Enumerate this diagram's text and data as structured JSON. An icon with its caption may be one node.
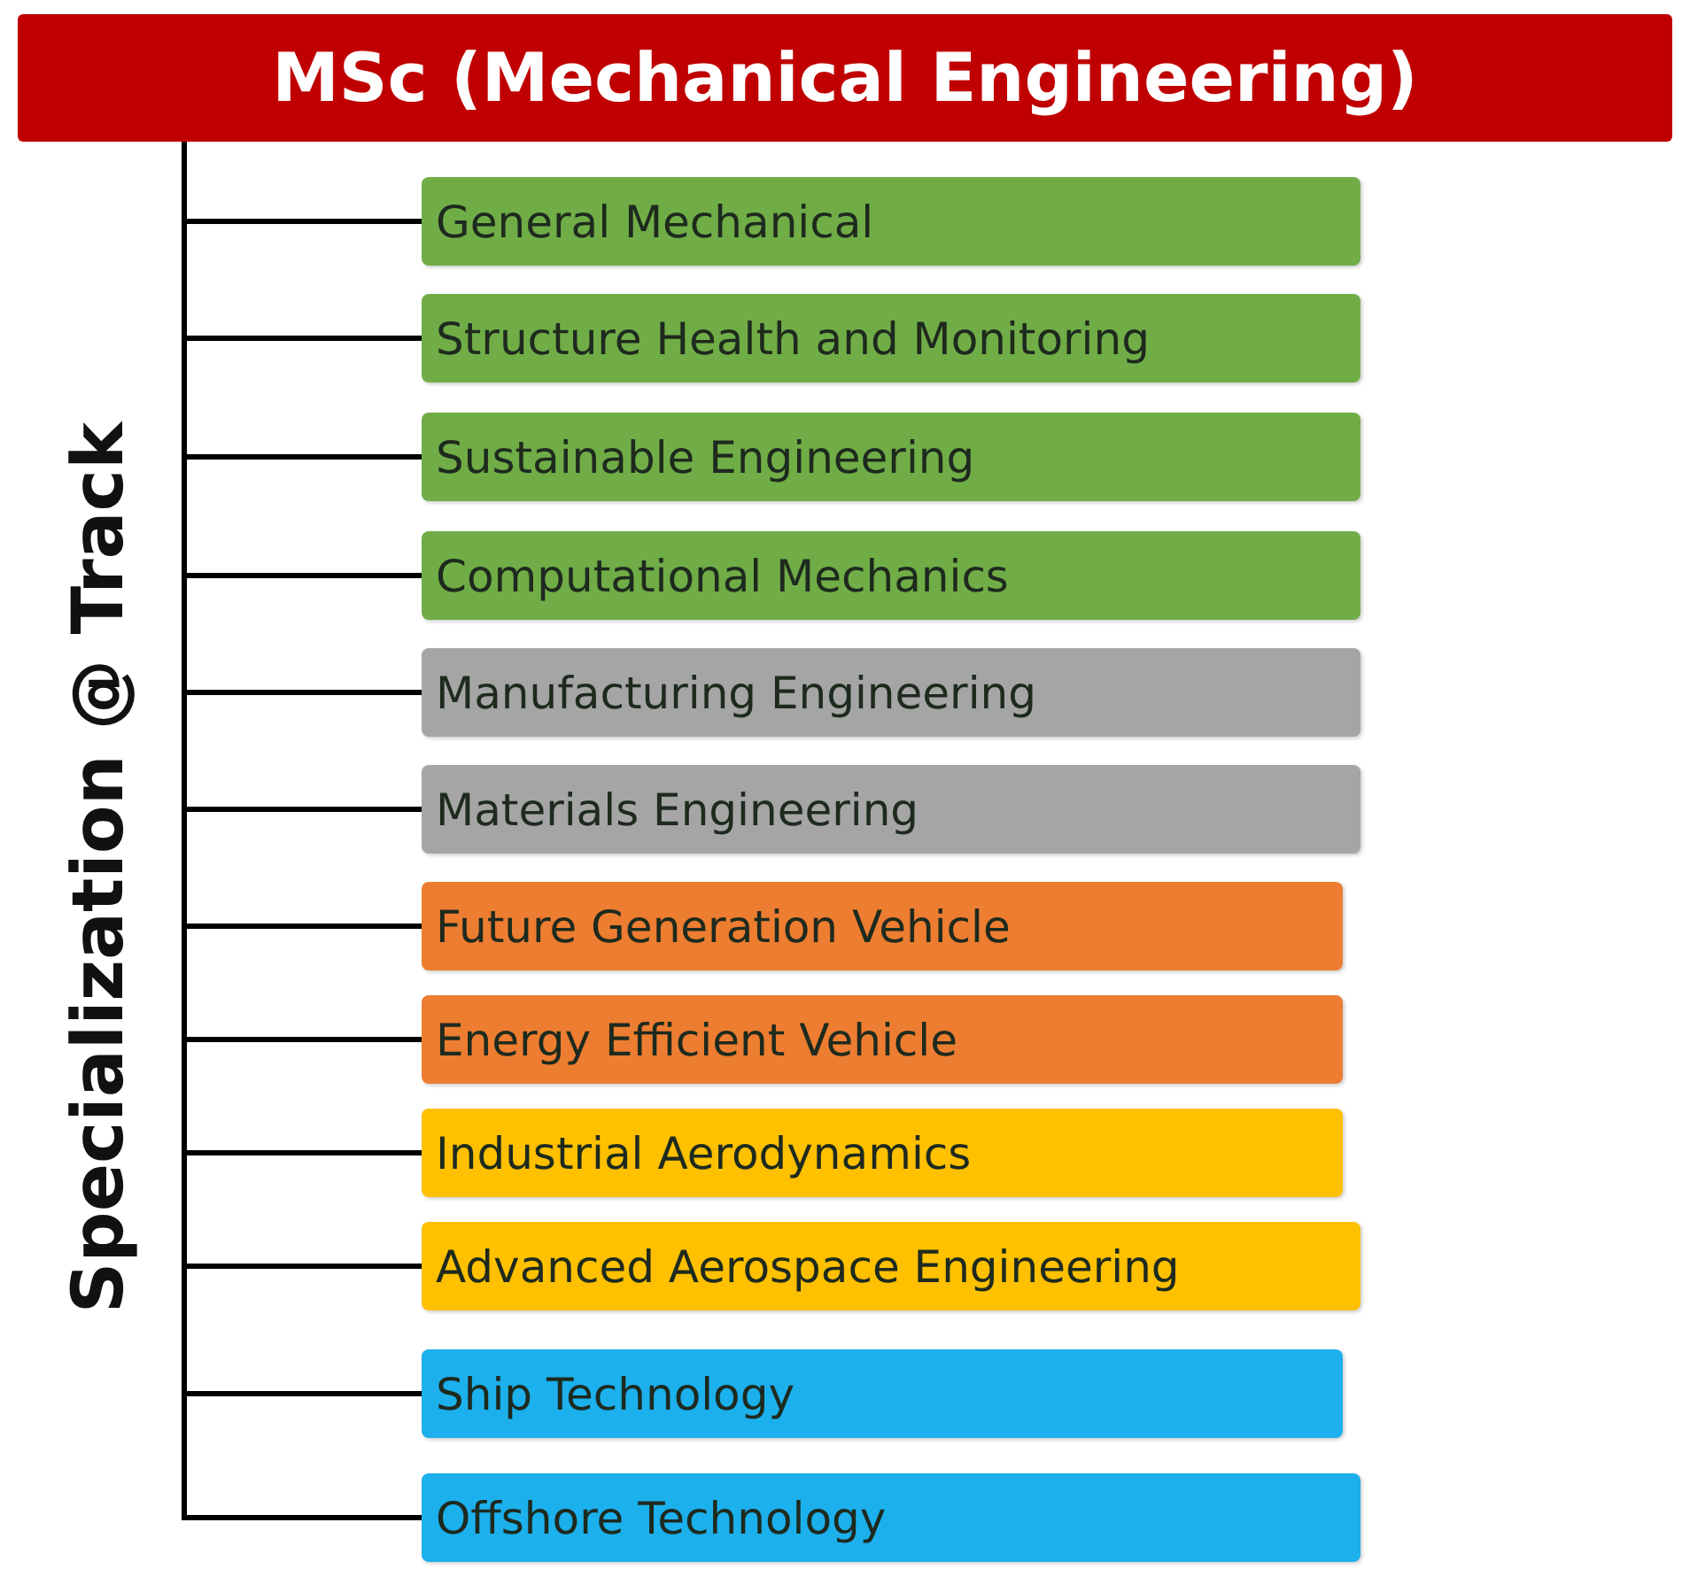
{
  "diagram": {
    "nodes": [
      {
        "text": [
          "MSc (Mechanical Engineering)"
        ]
      },
      {
        "text": [
          "General Mechanical"
        ]
      },
      {
        "text": [
          "Structure Health and Monitoring"
        ]
      },
      {
        "text": [
          "Sustainable Engineering"
        ]
      },
      {
        "text": [
          "Computational Mechanics"
        ]
      },
      {
        "text": [
          "Manufacturing Engineering"
        ]
      },
      {
        "text": [
          "Materials Engineering"
        ]
      },
      {
        "text": [
          "Future Generation Vehicle"
        ]
      },
      {
        "text": [
          "Energy Efficient Vehicle"
        ]
      },
      {
        "text": [
          "Industrial Aerodynamics"
        ]
      },
      {
        "text": [
          "Advanced Aerospace Engineering"
        ]
      },
      {
        "text": [
          "Ship Technology"
        ]
      },
      {
        "text": [
          "Offshore Technology"
        ]
      }
    ],
    "edges": [
      {
        "from": 0,
        "to": 1,
        "arrow": "none"
      },
      {
        "from": 0,
        "to": 2,
        "arrow": "none"
      },
      {
        "from": 0,
        "to": 3,
        "arrow": "none"
      },
      {
        "from": 0,
        "to": 4,
        "arrow": "none"
      },
      {
        "from": 0,
        "to": 5,
        "arrow": "none"
      },
      {
        "from": 0,
        "to": 6,
        "arrow": "none"
      },
      {
        "from": 0,
        "to": 7,
        "arrow": "none"
      },
      {
        "from": 0,
        "to": 8,
        "arrow": "none"
      },
      {
        "from": 0,
        "to": 9,
        "arrow": "none"
      },
      {
        "from": 0,
        "to": 10,
        "arrow": "none"
      },
      {
        "from": 0,
        "to": 11,
        "arrow": "none"
      },
      {
        "from": 0,
        "to": 12,
        "arrow": "none"
      }
    ],
    "labels": [
      "Specialization @ Track"
    ]
  }
}
